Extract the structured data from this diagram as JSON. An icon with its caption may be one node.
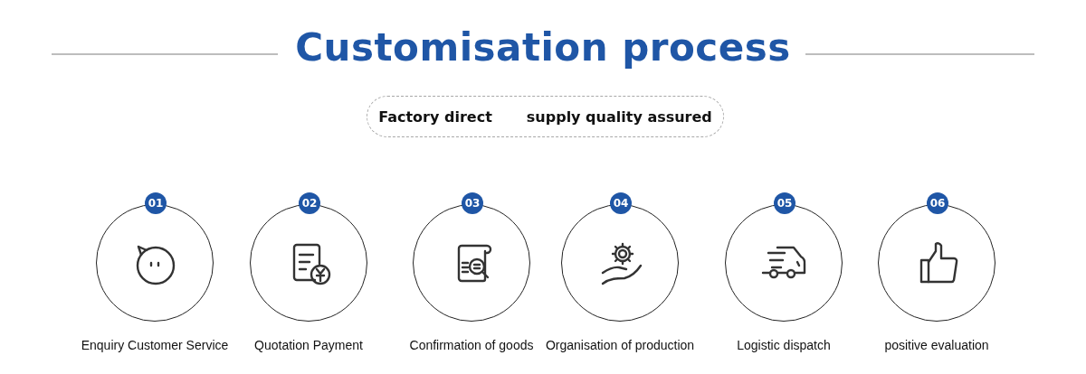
{
  "diagram": {
    "title": "Customisation process",
    "nodes": [
      {
        "text": [
          "Factory direct",
          "supply quality assured"
        ]
      },
      {
        "text": [
          "01"
        ],
        "beside": [
          "Enquiry Customer Service"
        ]
      },
      {
        "text": [
          "02"
        ],
        "beside": [
          "Quotation Payment"
        ]
      },
      {
        "text": [
          "03"
        ],
        "beside": [
          "Confirmation of goods"
        ]
      },
      {
        "text": [
          "04"
        ],
        "beside": [
          "Organisation of production"
        ]
      },
      {
        "text": [
          "05"
        ],
        "beside": [
          "Logistic dispatch"
        ]
      },
      {
        "text": [
          "06"
        ],
        "beside": [
          "positive evaluation"
        ]
      }
    ],
    "edges": []
  }
}
